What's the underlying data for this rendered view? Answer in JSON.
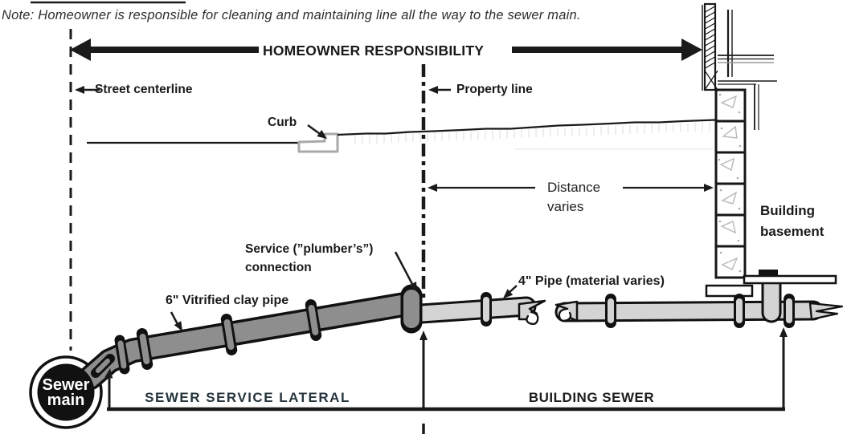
{
  "note": {
    "text": "Note: Homeowner is responsible for cleaning and maintaining line all the way to the sewer main."
  },
  "header": {
    "responsibility_label": "HOMEOWNER RESPONSIBILITY"
  },
  "labels": {
    "street_centerline": "Street centerline",
    "property_line": "Property line",
    "curb": "Curb",
    "distance_line1": "Distance",
    "distance_line2": "varies",
    "building_basement_line1": "Building",
    "building_basement_line2": "basement",
    "service_connection_line1": "Service (”plumber’s”)",
    "service_connection_line2": "connection",
    "clay_pipe": "6\" Vitrified clay pipe",
    "pipe4": "4\" Pipe (material varies)",
    "sewer_main_line1": "Sewer",
    "sewer_main_line2": "main"
  },
  "footer": {
    "lateral": "SEWER SERVICE LATERAL",
    "building_sewer": "BUILDING SEWER"
  },
  "colors": {
    "outline": "#111111",
    "clay_pipe_fill": "#8e8e8e",
    "pipe4_fill": "#d4d4d4",
    "curb_stroke": "#a9a9a9",
    "masonry_texture": "#bcbcbc",
    "lateral_text": "#26353d",
    "sewer_main_fill": "#111111",
    "sewer_main_text": "#ffffff"
  }
}
